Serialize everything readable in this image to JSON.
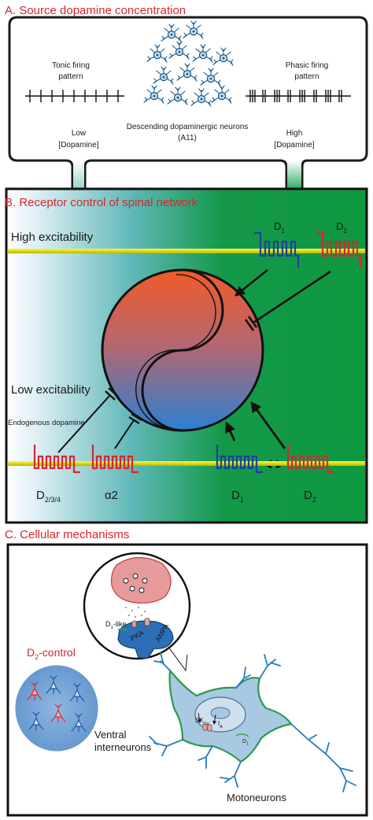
{
  "sections": {
    "a": {
      "title": "A. Source dopamine concentration",
      "tonic_label_1": "Tonic firing",
      "tonic_label_2": "pattern",
      "phasic_label_1": "Phasic firing",
      "phasic_label_2": "pattern",
      "neurons_label_1": "Descending dopaminergic neurons",
      "neurons_label_2": "(A11)",
      "low_1": "Low",
      "low_2": "[Dopamine]",
      "high_1": "High",
      "high_2": "[Dopamine]"
    },
    "b": {
      "title": "B. Receptor control of spinal network",
      "high_excitability": "High excitability",
      "low_excitability": "Low excitability",
      "endogenous": "Endogenous dopamine",
      "receptors": {
        "d": "D",
        "sub1": "1",
        "sub2": "2",
        "sub234": "2/3/4",
        "alpha2": "α2"
      }
    },
    "c": {
      "title": "C. Cellular mechanisms",
      "d2_control": "D",
      "d2_control_sub": "2",
      "d2_control_suffix": "-control",
      "ventral_1": "Ventral",
      "ventral_2": "interneurons",
      "motoneurons": "Motoneurons",
      "d1_like": "D",
      "d1_like_sub": "1",
      "d1_like_suffix": "-like",
      "pka": "PKA",
      "ampa": "AMPA",
      "sk": "SK",
      "sk_sub": "Ca",
      "ia": "I",
      "ia_sub": "A",
      "d1_small": "D",
      "d1_small_sub": "1"
    }
  },
  "colors": {
    "title_red": "#d7262b",
    "network_green": "#0f9a45",
    "membrane_yellow": "#e4e000",
    "receptor_red": "#d8262f",
    "receptor_blue": "#1f3f9e",
    "sphere_top": "#ea5a2e",
    "sphere_bottom": "#2f7fd0"
  }
}
